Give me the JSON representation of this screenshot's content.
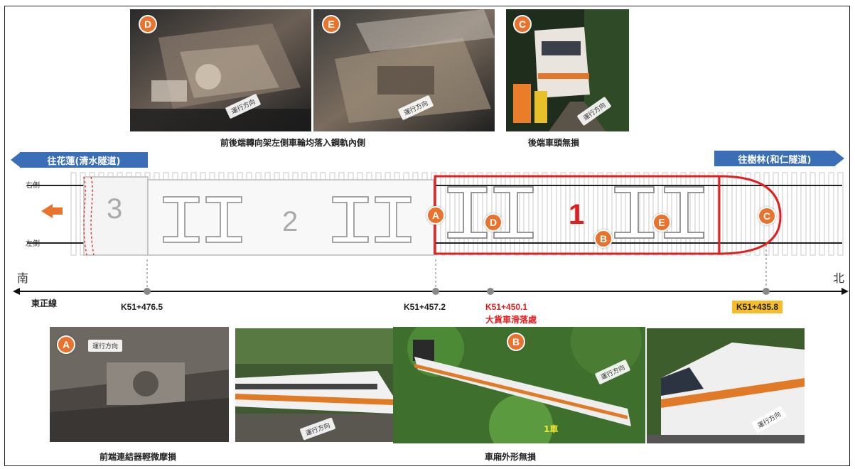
{
  "top_photos": [
    {
      "badge": "D",
      "direction_label": "運行方向"
    },
    {
      "badge": "E",
      "direction_label": "運行方向"
    },
    {
      "badge": "C",
      "direction_label": "運行方向"
    }
  ],
  "top_captions": {
    "bogies": "前後端轉向架左側車輪均落入鋼軌內側",
    "rear_head": "後端車頭無損"
  },
  "direction_boxes": {
    "left": "往花蓮(清水隧道)",
    "right": "往樹林(和仁隧道)"
  },
  "track_sides": {
    "right": "右側",
    "left": "左側"
  },
  "cars": {
    "car3": "3",
    "car2": "2",
    "car1": "1"
  },
  "diagram_badges": [
    "A",
    "D",
    "B",
    "E",
    "C"
  ],
  "compass": {
    "south": "南",
    "north": "北"
  },
  "line_name": "東正線",
  "mileposts": [
    {
      "label": "K51+476.5"
    },
    {
      "label": "K51+457.2"
    },
    {
      "label": "K51+450.1",
      "note": "大貨車滑落處"
    },
    {
      "label": "K51+435.8"
    }
  ],
  "bottom_photos": [
    {
      "badge": "A",
      "direction_label": "運行方向"
    },
    {
      "direction_label": "運行方向"
    },
    {
      "badge": "B",
      "direction_label": "運行方向",
      "car_label": "1車"
    },
    {
      "direction_label": "運行方向"
    }
  ],
  "bottom_captions": {
    "coupler": "前端連結器輕微摩損",
    "exterior": "車廂外形無損"
  },
  "colors": {
    "accent_red": "#e02020",
    "badge_orange": "#e9722c",
    "direction_blue": "#3a6fb8",
    "milepost_yellow": "#f6bc2a"
  }
}
